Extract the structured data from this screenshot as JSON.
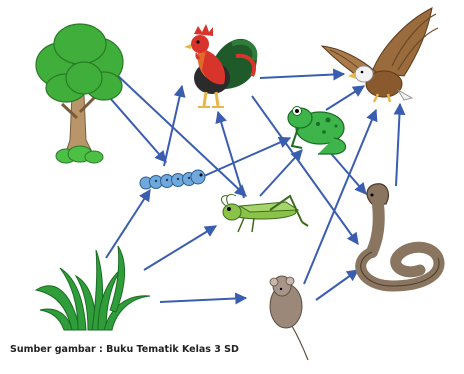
{
  "caption": "Sumber gambar : Buku Tematik Kelas 3 SD",
  "colors": {
    "arrow": "#3a5db0",
    "tree_foliage": "#3fae3a",
    "tree_trunk": "#b8966a",
    "grass": "#2f9e3a",
    "frog": "#3db54a",
    "grasshopper": "#8bc34a",
    "caterpillar": "#6fa8dc",
    "mouse": "#9c8878",
    "snake": "#8a7560",
    "eagle": "#9a6b3c",
    "rooster_red": "#d9342b"
  },
  "organisms": [
    {
      "id": "tree",
      "icon": "tree-icon"
    },
    {
      "id": "grass",
      "icon": "grass-icon"
    },
    {
      "id": "caterpillar",
      "icon": "caterpillar-icon"
    },
    {
      "id": "grasshopper",
      "icon": "grasshopper-icon"
    },
    {
      "id": "rooster",
      "icon": "rooster-icon"
    },
    {
      "id": "frog",
      "icon": "frog-icon"
    },
    {
      "id": "mouse",
      "icon": "mouse-icon"
    },
    {
      "id": "snake",
      "icon": "snake-icon"
    },
    {
      "id": "eagle",
      "icon": "eagle-icon"
    }
  ],
  "links": [
    {
      "from": "tree",
      "to": "caterpillar"
    },
    {
      "from": "tree",
      "to": "grasshopper"
    },
    {
      "from": "grass",
      "to": "caterpillar"
    },
    {
      "from": "grass",
      "to": "grasshopper"
    },
    {
      "from": "grass",
      "to": "mouse"
    },
    {
      "from": "caterpillar",
      "to": "rooster"
    },
    {
      "from": "caterpillar",
      "to": "frog"
    },
    {
      "from": "grasshopper",
      "to": "rooster"
    },
    {
      "from": "grasshopper",
      "to": "frog"
    },
    {
      "from": "rooster",
      "to": "eagle"
    },
    {
      "from": "rooster",
      "to": "snake"
    },
    {
      "from": "frog",
      "to": "eagle"
    },
    {
      "from": "frog",
      "to": "snake"
    },
    {
      "from": "mouse",
      "to": "eagle"
    },
    {
      "from": "mouse",
      "to": "snake"
    },
    {
      "from": "snake",
      "to": "eagle"
    }
  ]
}
